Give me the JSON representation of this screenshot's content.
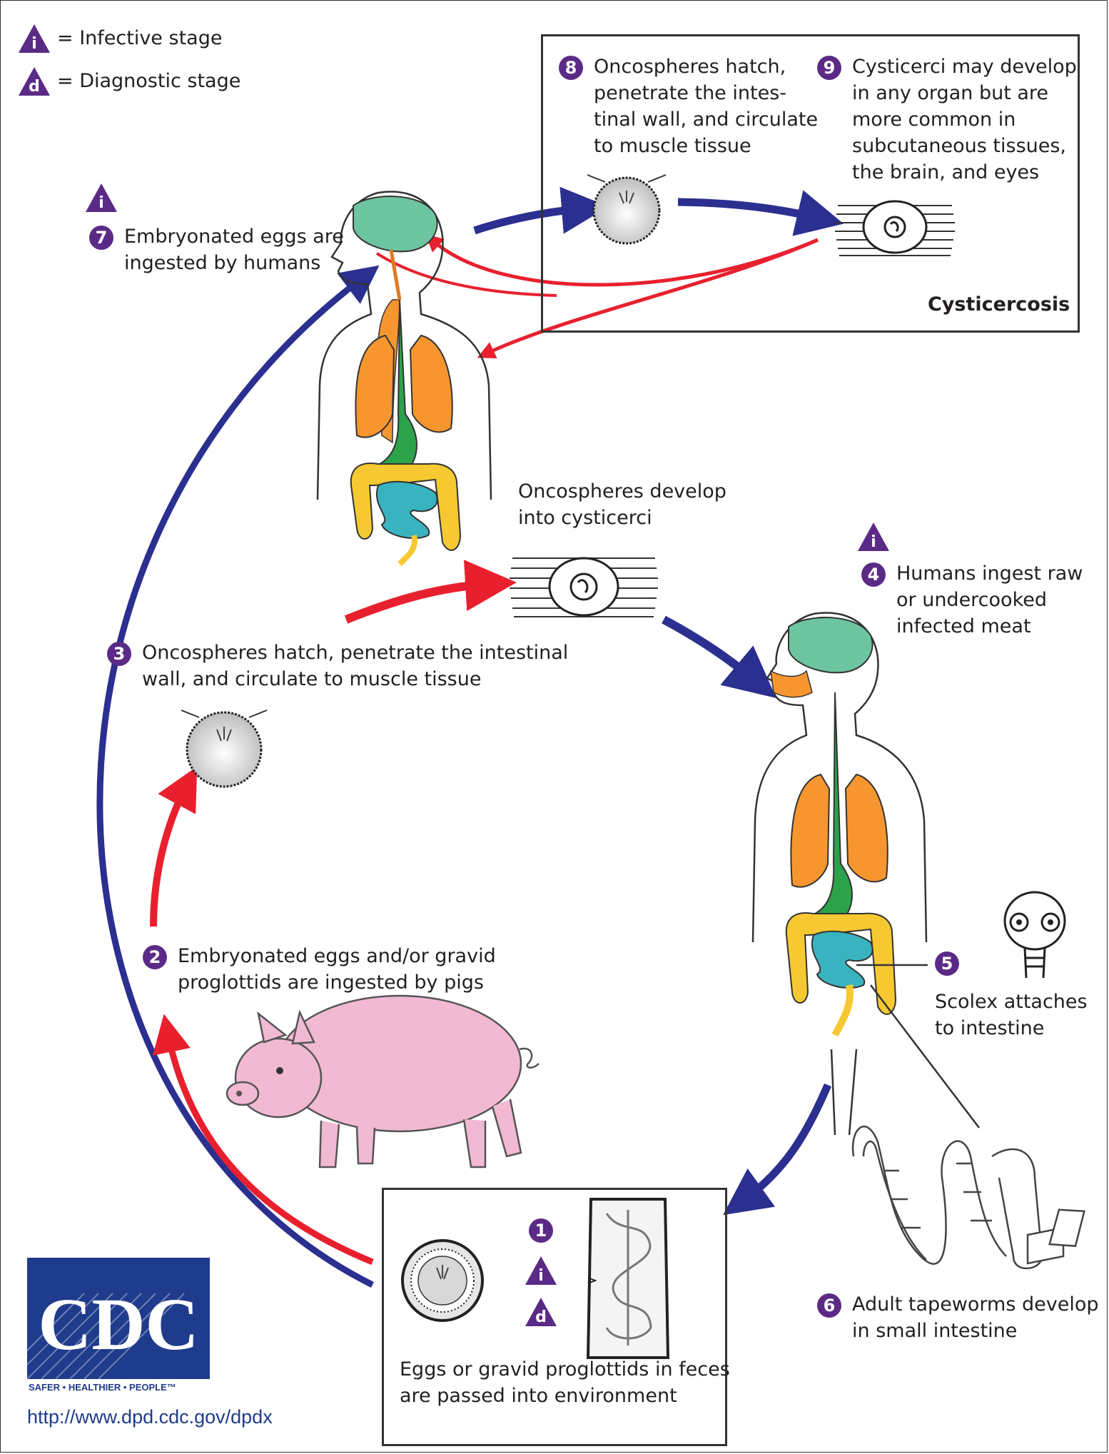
{
  "legend": {
    "infective_symbol": "i",
    "infective_label": "= Infective stage",
    "diagnostic_symbol": "d",
    "diagnostic_label": "= Diagnostic stage"
  },
  "steps": {
    "s1": {
      "num": "1",
      "text_lines": [
        "Eggs or gravid proglottids in feces",
        "are passed into environment"
      ]
    },
    "s2": {
      "num": "2",
      "text_lines": [
        "Embryonated eggs and/or gravid",
        "proglottids are ingested by pigs"
      ]
    },
    "s3": {
      "num": "3",
      "text_lines": [
        "Oncospheres hatch, penetrate the intestinal",
        "wall, and circulate to muscle tissue"
      ]
    },
    "develop": {
      "text_lines": [
        "Oncospheres develop",
        "into cysticerci"
      ]
    },
    "s4": {
      "num": "4",
      "text_lines": [
        "Humans ingest raw",
        "or undercooked",
        "infected meat"
      ]
    },
    "s5": {
      "num": "5",
      "text_lines": [
        "Scolex attaches",
        "to intestine"
      ]
    },
    "s6": {
      "num": "6",
      "text_lines": [
        "Adult tapeworms develop",
        "in small intestine"
      ]
    },
    "s7": {
      "num": "7",
      "text_lines": [
        "Embryonated eggs are",
        "ingested by humans"
      ]
    },
    "s8": {
      "num": "8",
      "text_lines": [
        "Oncospheres hatch,",
        "penetrate the intes-",
        "tinal wall, and circulate",
        "to muscle tissue"
      ]
    },
    "s9": {
      "num": "9",
      "text_lines": [
        "Cysticerci may develop",
        "in any organ but are",
        "more common in",
        "subcutaneous tissues,",
        "the brain, and eyes"
      ]
    }
  },
  "cysticercosis_label": "Cysticercosis",
  "logo": {
    "text": "CDC",
    "tagline": "SAFER • HEALTHIER • PEOPLE™",
    "url": "http://www.dpd.cdc.gov/dpdx"
  },
  "colors": {
    "badge": "#5b2a86",
    "arrow_blue": "#2b2f8f",
    "arrow_red": "#e8202e",
    "logo_blue": "#1f3b8c",
    "brain": "#6cc5a0",
    "lungs": "#f7962f",
    "stomach": "#2ca24b",
    "colon": "#f6c932",
    "small_intestine": "#3ab3c0",
    "pig": "#f2b9d3"
  }
}
